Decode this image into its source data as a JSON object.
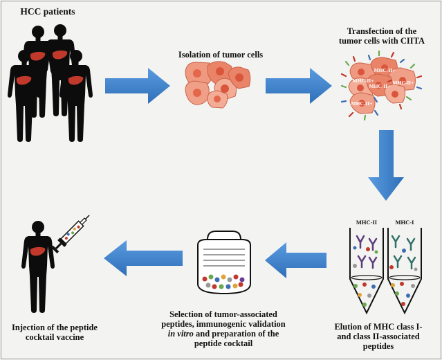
{
  "labels": {
    "hcc_patients": "HCC patients",
    "isolation": "Isolation of tumor cells",
    "transfection_line1": "Transfection of the",
    "transfection_line2": "tumor cells with CIITA",
    "elution_line1": "Elution of MHC class I-",
    "elution_line2": "and class II-associated",
    "elution_line3": "peptides",
    "selection_line1": "Selection of tumor-associated",
    "selection_line2": "peptides, immunogenic validation",
    "selection_line3a": "in vitro",
    "selection_line3b": " and preparation of the",
    "selection_line4": "peptide cocktail",
    "injection_line1": "Injection of the peptide",
    "injection_line2": "cocktail vaccine"
  },
  "cell_labels": {
    "mhc_ii": "MHC-II+"
  },
  "tube_labels": {
    "left": "MHC-II",
    "right": "MHC-I"
  },
  "colors": {
    "arrow": "#3c7dc4",
    "body": "#0c0c0c",
    "liver": "#c0392b",
    "cell_fill": "#ef9a80",
    "cell_nucleus": "#d9563d"
  }
}
